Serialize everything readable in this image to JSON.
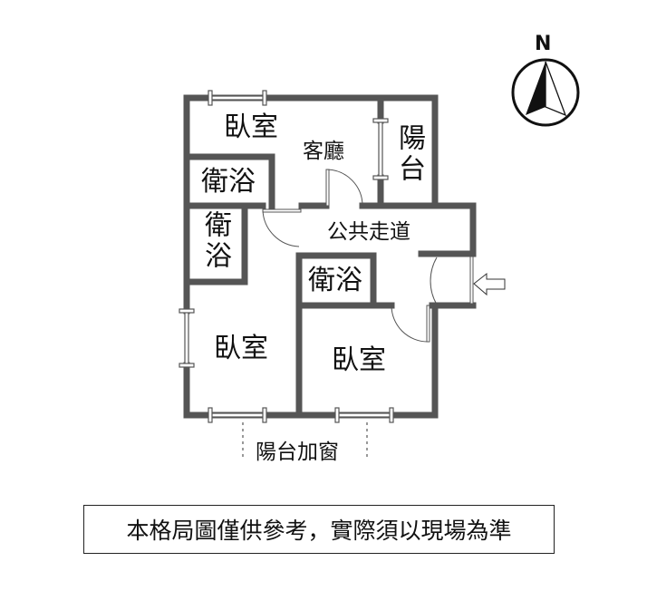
{
  "compass": {
    "label": "N"
  },
  "rooms": {
    "bedroom_top": "臥室",
    "living_room": "客廳",
    "balcony": "陽台",
    "bath_top": "衛浴",
    "bath_left": "衛浴",
    "corridor": "公共走道",
    "bath_middle": "衛浴",
    "bedroom_left": "臥室",
    "bedroom_right": "臥室"
  },
  "balcony_window_label": "陽台加窗",
  "disclaimer": "本格局圖僅供參考，實際須以現場為準",
  "colors": {
    "wall": "#555555",
    "text": "#111111"
  }
}
